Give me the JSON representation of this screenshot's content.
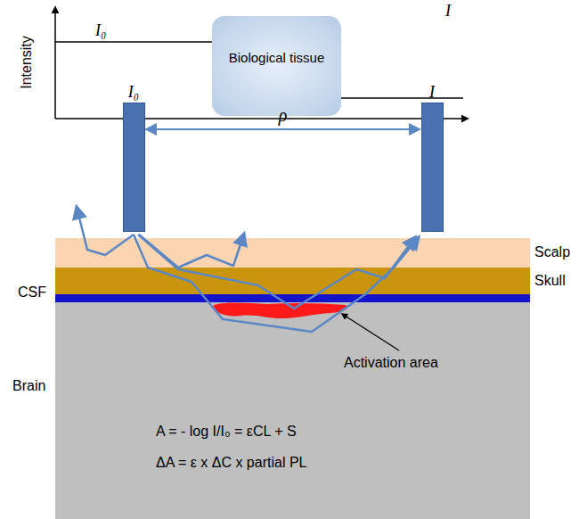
{
  "diagram": {
    "nodes": [
      {
        "text": [
          "Biological tissue"
        ]
      },
      {
        "text": [
          "I₀"
        ]
      },
      {
        "text": [
          "I"
        ]
      }
    ],
    "edges": [
      {
        "from": 1,
        "to": 2,
        "arrow": "both",
        "label": "ρ"
      }
    ],
    "labels": [
      "Intensity",
      "I₀",
      "I",
      "Scalp",
      "Skull",
      "CSF",
      "Brain",
      "Activation area",
      "A = - log I/I₀ = εCL + S",
      "ΔA = ε x ΔC x partial PL"
    ]
  }
}
